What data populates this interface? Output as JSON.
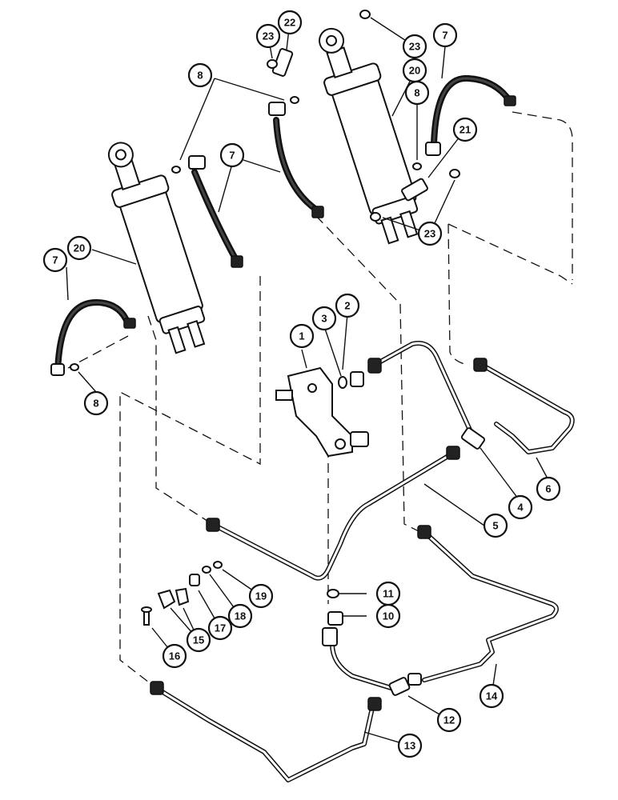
{
  "figure": {
    "callouts": [
      {
        "id": "c1",
        "label": "1"
      },
      {
        "id": "c2",
        "label": "2"
      },
      {
        "id": "c3",
        "label": "3"
      },
      {
        "id": "c4",
        "label": "4"
      },
      {
        "id": "c5",
        "label": "5"
      },
      {
        "id": "c6",
        "label": "6"
      },
      {
        "id": "c7a",
        "label": "7"
      },
      {
        "id": "c7b",
        "label": "7"
      },
      {
        "id": "c7c",
        "label": "7"
      },
      {
        "id": "c8a",
        "label": "8"
      },
      {
        "id": "c8b",
        "label": "8"
      },
      {
        "id": "c8c",
        "label": "8"
      },
      {
        "id": "c10",
        "label": "10"
      },
      {
        "id": "c11",
        "label": "11"
      },
      {
        "id": "c12",
        "label": "12"
      },
      {
        "id": "c13",
        "label": "13"
      },
      {
        "id": "c14",
        "label": "14"
      },
      {
        "id": "c15",
        "label": "15"
      },
      {
        "id": "c16",
        "label": "16"
      },
      {
        "id": "c17",
        "label": "17"
      },
      {
        "id": "c18",
        "label": "18"
      },
      {
        "id": "c19",
        "label": "19"
      },
      {
        "id": "c20a",
        "label": "20"
      },
      {
        "id": "c20b",
        "label": "20"
      },
      {
        "id": "c21",
        "label": "21"
      },
      {
        "id": "c22",
        "label": "22"
      },
      {
        "id": "c23a",
        "label": "23"
      },
      {
        "id": "c23b",
        "label": "23"
      },
      {
        "id": "c23c",
        "label": "23"
      }
    ]
  }
}
